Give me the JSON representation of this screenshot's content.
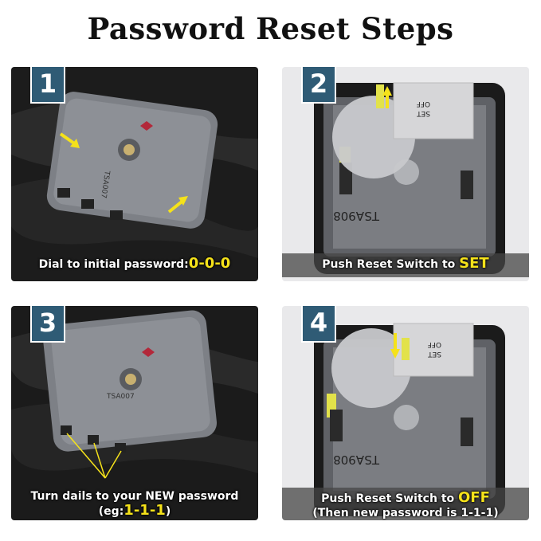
{
  "title": "Password Reset Steps",
  "steps": [
    {
      "number": "1",
      "caption_text": "Dial to initial password:",
      "caption_highlight": "0-0-0",
      "lock_label": "TSA007"
    },
    {
      "number": "2",
      "caption_text": "Push Reset Switch to ",
      "caption_highlight": "SET",
      "switch_label_a": "OFF",
      "switch_label_b": "SET",
      "lock_label": "TSA908"
    },
    {
      "number": "3",
      "caption_line1": "Turn dails to your NEW password",
      "caption_line2_pre": "(eg:",
      "caption_highlight": "1-1-1",
      "caption_line2_post": ")",
      "lock_label": "TSA007"
    },
    {
      "number": "4",
      "caption_text": "Push Reset Switch to ",
      "caption_highlight": "OFF",
      "caption_line2": "(Then new password is 1-1-1)",
      "switch_label_a": "OFF",
      "switch_label_b": "SET",
      "lock_label": "TSA908"
    }
  ],
  "colors": {
    "badge": "#2f5b75",
    "highlight": "#f5e21a",
    "arrow": "#f5e21a"
  }
}
